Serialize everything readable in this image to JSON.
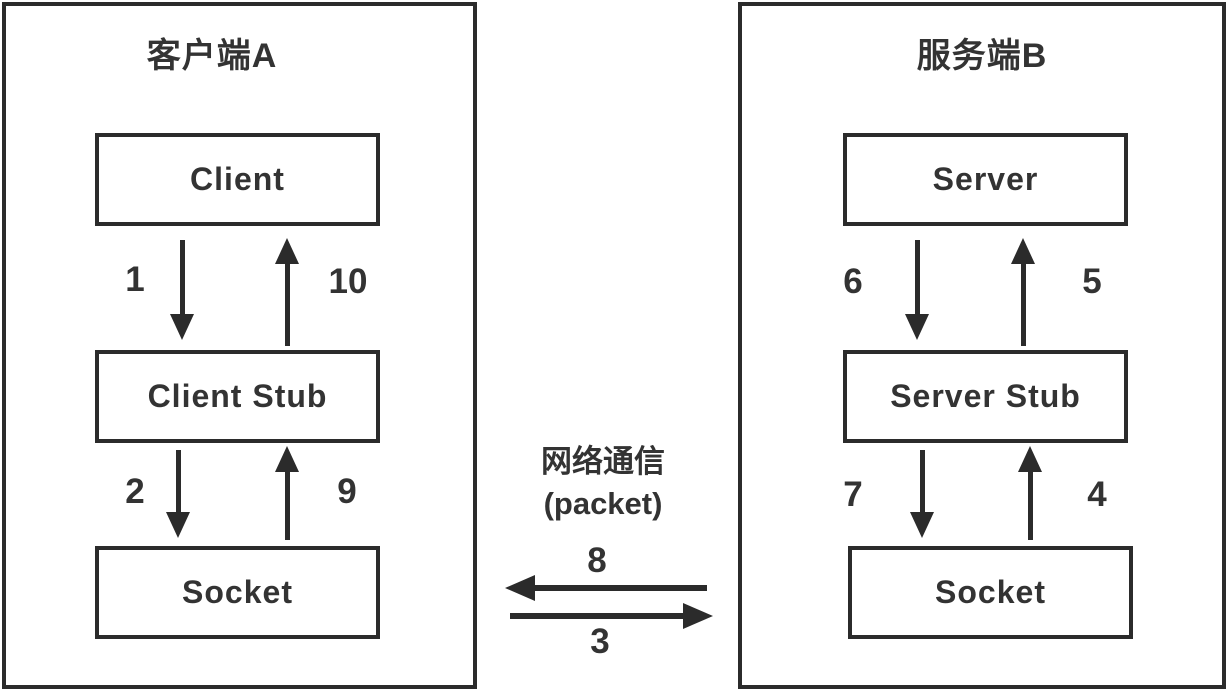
{
  "diagram": {
    "title_semantic": "RPC call flow between client and server",
    "client_panel": {
      "title": "客户端A",
      "boxes": [
        {
          "label": "Client"
        },
        {
          "label": "Client Stub"
        },
        {
          "label": "Socket"
        }
      ],
      "arrows": {
        "upper_down": "1",
        "upper_up": "10",
        "lower_down": "2",
        "lower_up": "9"
      }
    },
    "server_panel": {
      "title": "服务端B",
      "boxes": [
        {
          "label": "Server"
        },
        {
          "label": "Server Stub"
        },
        {
          "label": "Socket"
        }
      ],
      "arrows": {
        "upper_down": "6",
        "upper_up": "5",
        "lower_down": "7",
        "lower_up": "4"
      }
    },
    "network": {
      "caption_line1": "网络通信",
      "caption_line2": "(packet)",
      "to_client_arrow_label": "8",
      "to_server_arrow_label": "3"
    },
    "colors": {
      "line": "#2b2b2b",
      "text": "#333333",
      "background": "#ffffff"
    }
  }
}
